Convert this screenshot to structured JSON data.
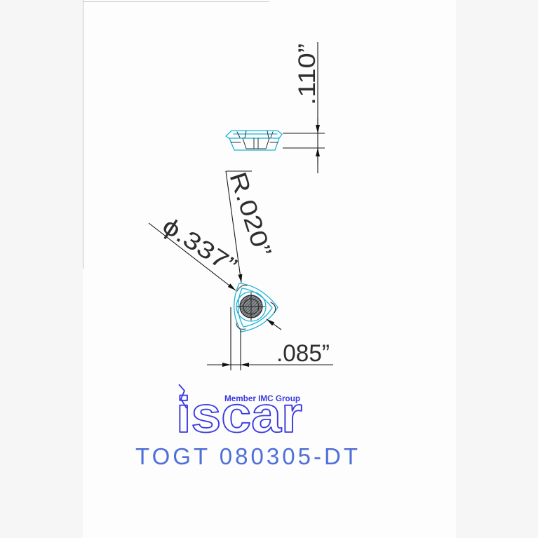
{
  "drawing": {
    "side_view": {
      "thickness_label": ".110”"
    },
    "top_view": {
      "corner_radius_label": "R.020”",
      "inscribed_circle_label": "ϕ.337”",
      "width_label": ".085”"
    }
  },
  "logo": {
    "brand": "iscar",
    "tagline": "Member IMC Group"
  },
  "part_number": "TOGT 080305-DT",
  "colors": {
    "paper": "#fcfdfc",
    "insert_outline": "#1eb3d6",
    "dimension_lines": "#1a1a1a",
    "logo": "#3a3ae0",
    "part_number": "#4f6fd8"
  }
}
